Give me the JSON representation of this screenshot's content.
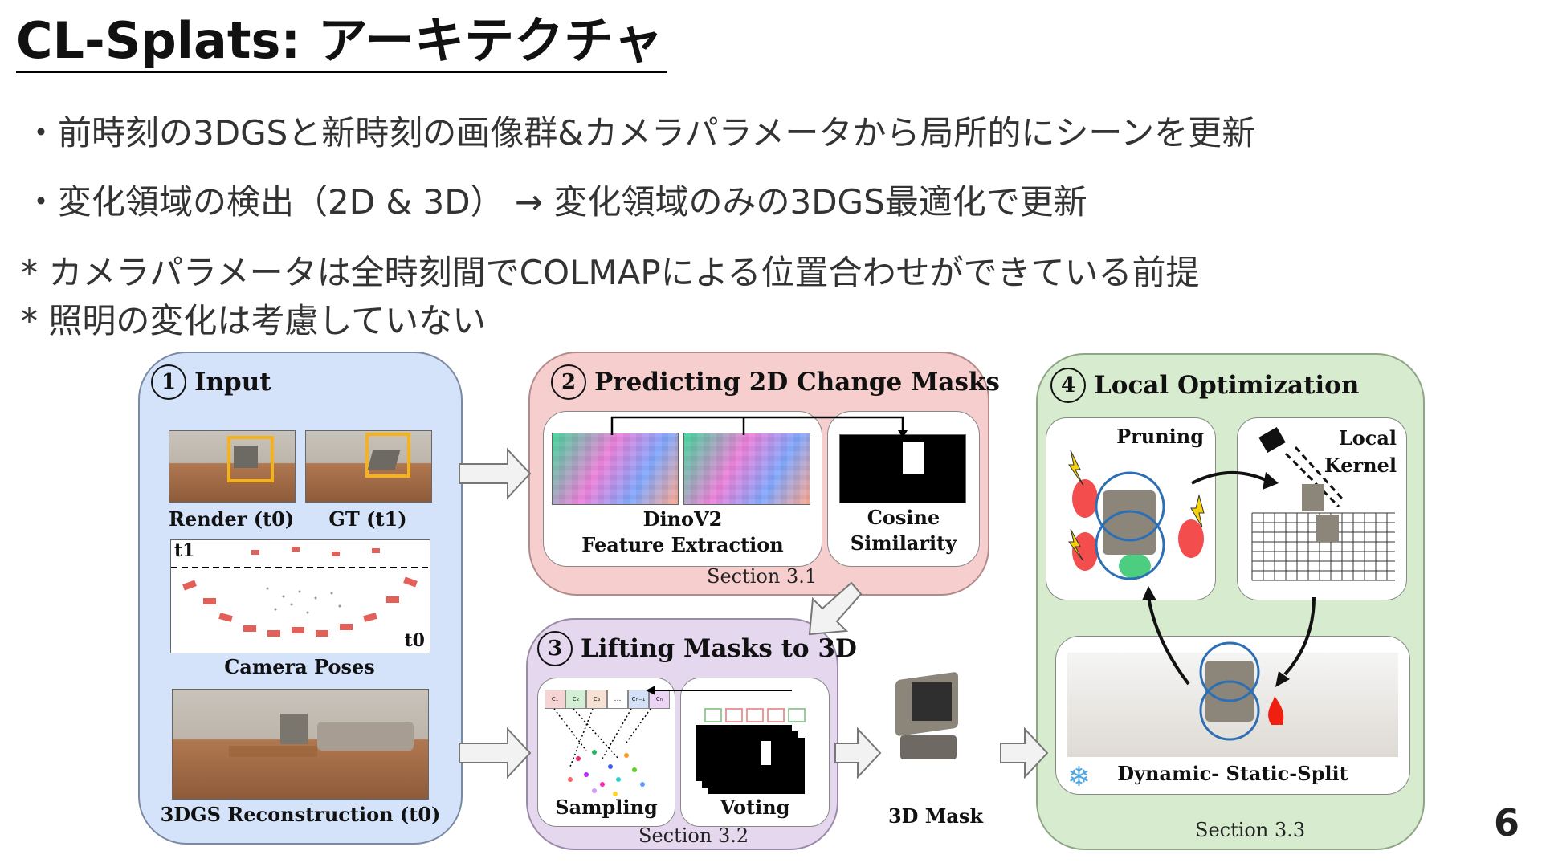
{
  "title": "CL-Splats: アーキテクチャ",
  "bullets": [
    "・前時刻の3DGSと新時刻の画像群&カメラパラメータから局所的にシーンを更新",
    "・変化領域の検出（2D & 3D） → 変化領域のみの3DGS最適化で更新"
  ],
  "notes": [
    "* カメラパラメータは全時刻間でCOLMAPによる位置合わせができている前提",
    "* 照明の変化は考慮していない"
  ],
  "page_number": "6",
  "diagram": {
    "input": {
      "num": "1",
      "title": "Input",
      "render_label": "Render (t0)",
      "gt_label": "GT (t1)",
      "t1_label": "t1",
      "t0_label": "t0",
      "camera_label": "Camera Poses",
      "recon_label": "3DGS Reconstruction (t0)"
    },
    "masks2d": {
      "num": "2",
      "title": "Predicting 2D Change Masks",
      "dino_label": "DinoV2\nFeature Extraction",
      "cosine_label": "Cosine\nSimilarity",
      "section": "Section 3.1"
    },
    "lifting": {
      "num": "3",
      "title": "Lifting Masks to 3D",
      "sampling_label": "Sampling",
      "voting_label": "Voting",
      "section": "Section 3.2",
      "cells": [
        "c₁",
        "c₂",
        "c₃",
        "…",
        "cₙ₋₁",
        "cₙ"
      ]
    },
    "mask3d_label": "3D Mask",
    "local": {
      "num": "4",
      "title": "Local Optimization",
      "pruning_label": "Pruning",
      "kernel_label": "Local\nKernel",
      "split_label": "Dynamic- Static-Split",
      "section": "Section 3.3"
    },
    "colors": {
      "input_bg": "#d4e3f9",
      "masks_bg": "#f7cece",
      "lifting_bg": "#e4d7ee",
      "local_bg": "#d7eccf",
      "highlight": "#f5b21b",
      "circle": "#2d6fb4"
    }
  }
}
